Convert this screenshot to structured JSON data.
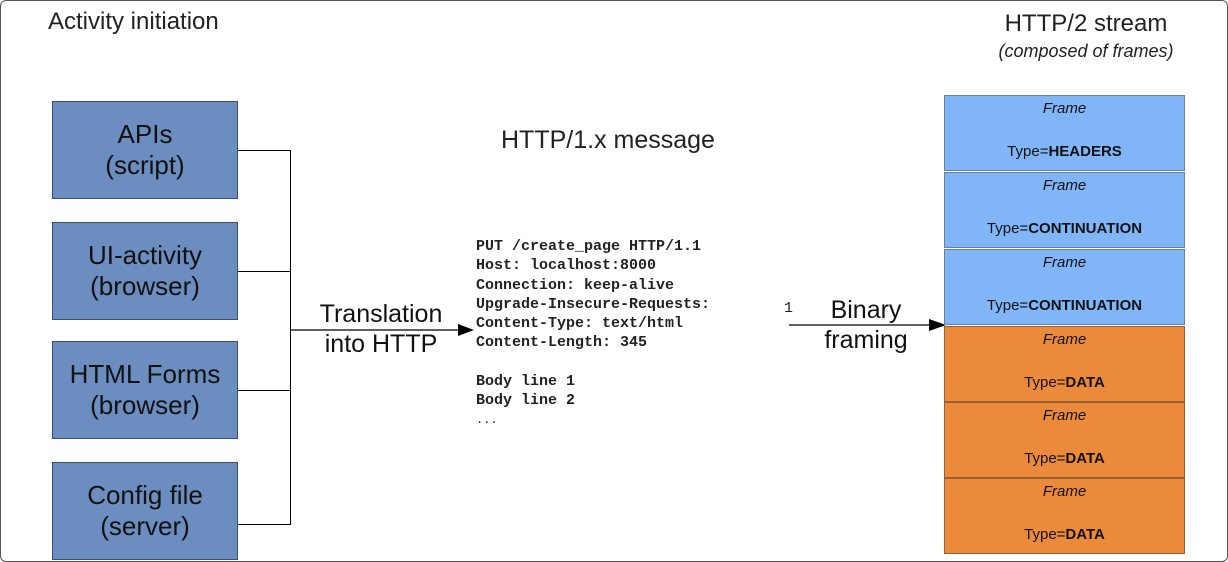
{
  "headings": {
    "activity": "Activity initiation",
    "stream": "HTTP/2 stream",
    "stream_sub": "(composed of frames)",
    "message": "HTTP/1.x message"
  },
  "sources": [
    {
      "line1": "APIs",
      "line2": "(script)"
    },
    {
      "line1": "UI-activity",
      "line2": "(browser)"
    },
    {
      "line1": "HTML Forms",
      "line2": "(browser)"
    },
    {
      "line1": "Config file",
      "line2": "(server)"
    }
  ],
  "translation": {
    "line1": "Translation",
    "line2": "into HTTP"
  },
  "framing": {
    "line1": "Binary",
    "line2": "framing"
  },
  "message_lines": [
    "PUT /create_page HTTP/1.1",
    "Host: localhost:8000",
    "Connection: keep-alive",
    "Upgrade-Insecure-Requests:",
    "Content-Type: text/html",
    "Content-Length: 345",
    "",
    "Body line 1",
    "Body line 2",
    "..."
  ],
  "message_extra": "1",
  "frames": [
    {
      "label": "Frame",
      "type_prefix": "Type=",
      "type": "HEADERS",
      "kind": "headers"
    },
    {
      "label": "Frame",
      "type_prefix": "Type=",
      "type": "CONTINUATION",
      "kind": "headers"
    },
    {
      "label": "Frame",
      "type_prefix": "Type=",
      "type": "CONTINUATION",
      "kind": "headers"
    },
    {
      "label": "Frame",
      "type_prefix": "Type=",
      "type": "DATA",
      "kind": "data"
    },
    {
      "label": "Frame",
      "type_prefix": "Type=",
      "type": "DATA",
      "kind": "data"
    },
    {
      "label": "Frame",
      "type_prefix": "Type=",
      "type": "DATA",
      "kind": "data"
    }
  ],
  "colors": {
    "source_box": "#6b8dbf",
    "header_frame": "#80b6f7",
    "data_frame": "#ec8a3b"
  }
}
